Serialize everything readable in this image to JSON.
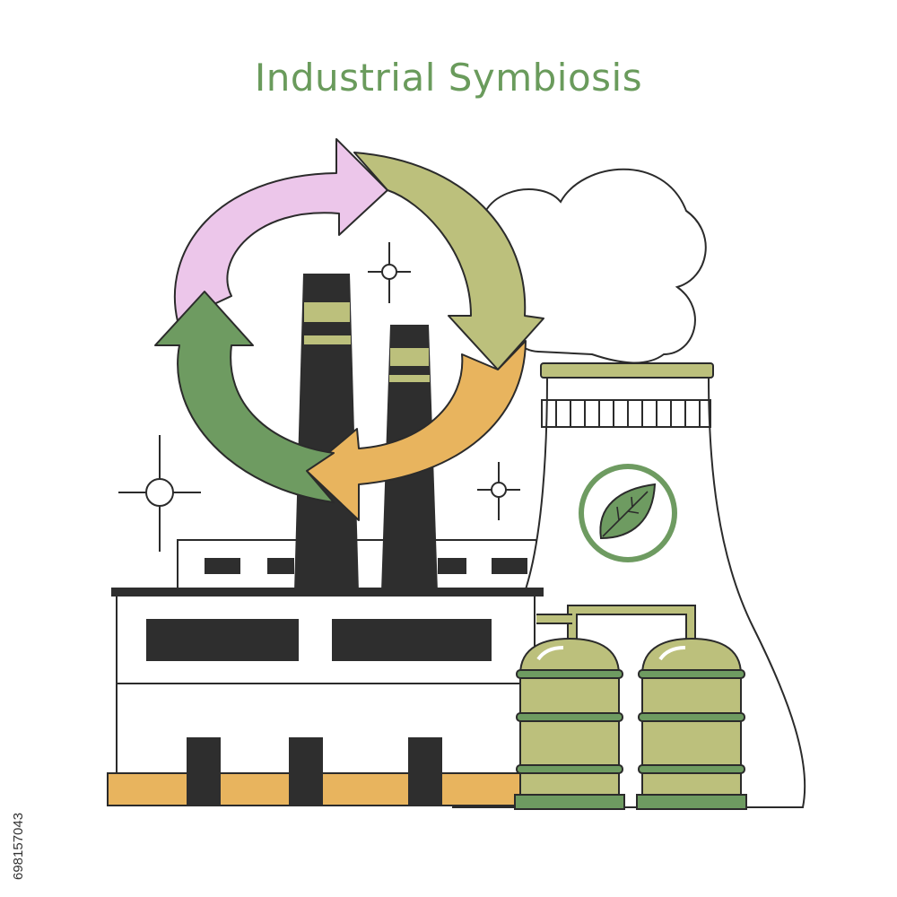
{
  "title": "Industrial Symbiosis",
  "stock_id": "698157043",
  "colors": {
    "title": "#6a9b5c",
    "outline": "#2b2b2b",
    "dark": "#2e2e2e",
    "pink": "#ecc6ea",
    "olive": "#bcc07c",
    "orange": "#e8b45e",
    "green": "#6e9b61",
    "tank": "#bcc07c",
    "tank_band": "#6e9b61"
  },
  "icons": {
    "cycle": "circular-arrows-icon",
    "leaf": "leaf-icon",
    "sparkle": "sparkle-icon",
    "cloud": "smoke-cloud"
  }
}
